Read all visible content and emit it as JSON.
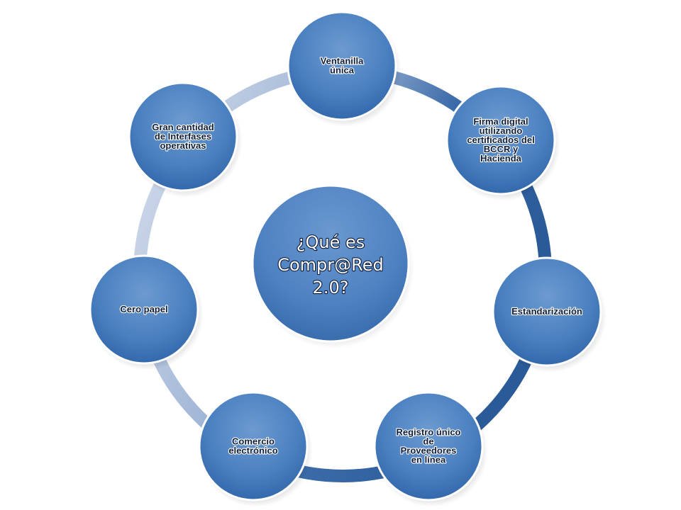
{
  "diagram": {
    "center": {
      "lines": [
        "¿Qué es",
        "Compr@Red",
        "2.0?"
      ]
    },
    "nodes": [
      {
        "id": "ventanilla",
        "lines": [
          "Ventanilla",
          "única"
        ]
      },
      {
        "id": "firma",
        "lines": [
          "Firma digital",
          "utilizando",
          "certificados del",
          "BCCR y",
          "Hacienda"
        ]
      },
      {
        "id": "estandarizacion",
        "lines": [
          "Estandarización"
        ]
      },
      {
        "id": "registro",
        "lines": [
          "Registro único",
          "de",
          "Proveedores",
          "en línea"
        ]
      },
      {
        "id": "comercio",
        "lines": [
          "Comercio",
          "electrónico"
        ]
      },
      {
        "id": "cero",
        "lines": [
          "Cero papel"
        ]
      },
      {
        "id": "interfases",
        "lines": [
          "Gran cantidad",
          "de Interfases",
          "operativas"
        ]
      }
    ],
    "colors": {
      "node_fill": "#4a80c0",
      "center_fill": "#4f82c2",
      "ring_dark": "#2f5f9f",
      "ring_light": "#c8d4e8",
      "text_dark": "#0f1e3a"
    }
  }
}
